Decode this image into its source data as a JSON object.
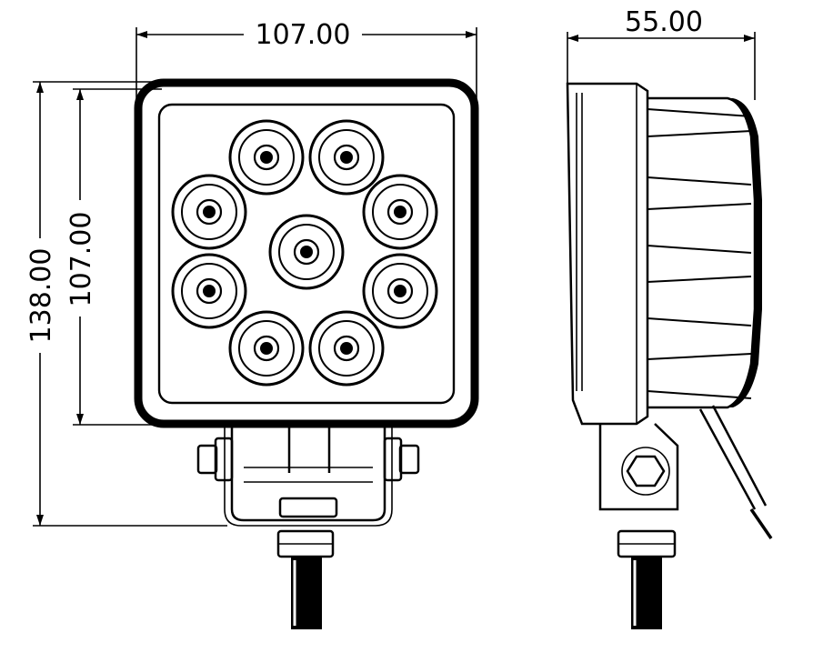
{
  "dimensions": {
    "front_width": "107.00",
    "side_depth": "55.00",
    "total_height": "138.00",
    "housing_height": "107.00"
  },
  "views": {
    "front": {
      "led_count": 9,
      "bracket_bolts": 2
    },
    "side": {
      "has_cable": true
    }
  },
  "colors": {
    "line": "#000000",
    "background": "#ffffff"
  }
}
